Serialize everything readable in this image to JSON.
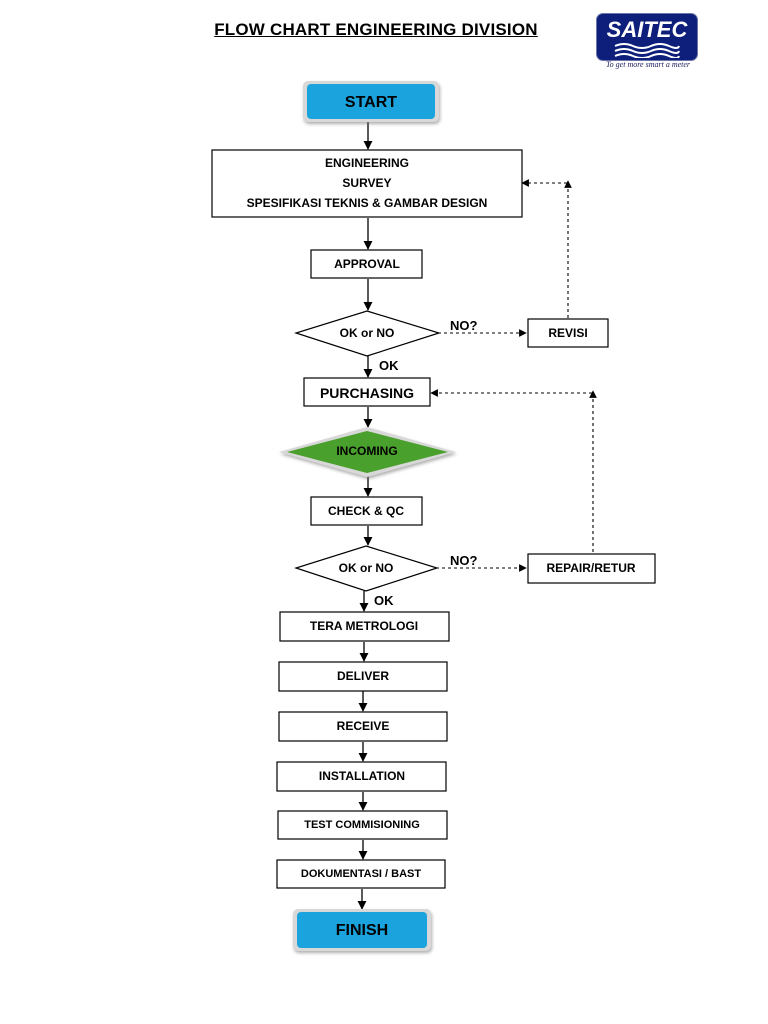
{
  "title": "FLOW CHART ENGINEERING DIVISION",
  "logo": {
    "name": "SAITEC",
    "tagline": "To get more smart a meter"
  },
  "colors": {
    "terminal_fill": "#1aa3dc",
    "incoming_fill": "#4aa02c",
    "box_border": "#000000",
    "logo_bg": "#0d1f7a"
  },
  "nodes": {
    "start": "START",
    "engineering": [
      "ENGINEERING",
      "SURVEY",
      "SPESIFIKASI TEKNIS & GAMBAR DESIGN"
    ],
    "approval": "APPROVAL",
    "decision1": "OK or NO",
    "revisi": "REVISI",
    "purchasing": "PURCHASING",
    "incoming": "INCOMING",
    "check_qc": "CHECK & QC",
    "decision2": "OK or NO",
    "repair_retur": "REPAIR/RETUR",
    "tera_metrologi": "TERA METROLOGI",
    "deliver": "DELIVER",
    "receive": "RECEIVE",
    "installation": "INSTALLATION",
    "test_commisioning": "TEST COMMISIONING",
    "dokumentasi": "DOKUMENTASI / BAST",
    "finish": "FINISH"
  },
  "edge_labels": {
    "no1": "NO?",
    "ok1": "OK",
    "no2": "NO?",
    "ok2": "OK"
  }
}
